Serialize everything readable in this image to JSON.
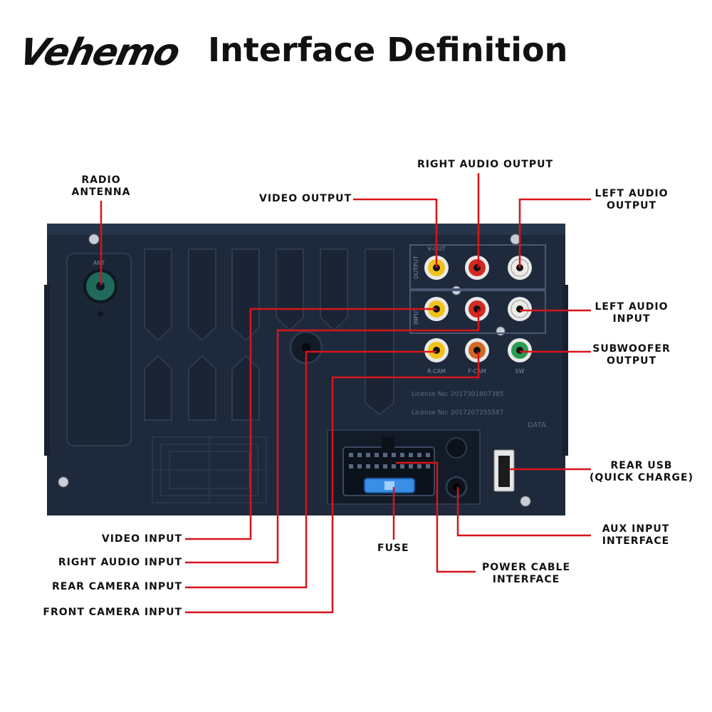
{
  "header": {
    "brand": "Vehemo",
    "title": "Interface Definition"
  },
  "labels": {
    "radio_antenna": "RADIO\nANTENNA",
    "video_output": "VIDEO  OUTPUT",
    "right_audio_output": "RIGHT  AUDIO  OUTPUT",
    "left_audio_output": "LEFT AUDIO\nOUTPUT",
    "left_audio_input": "LEFT AUDIO\nINPUT",
    "subwoofer_output": "SUBWOOFER\nOUTPUT",
    "rear_usb": "REAR USB\n(QUICK CHARGE)",
    "aux_input": "AUX INPUT\nINTERFACE",
    "power_cable": "POWER CABLE\nINTERFACE",
    "fuse": "FUSE",
    "video_input": "VIDEO  INPUT",
    "right_audio_input": "RIGHT  AUDIO  INPUT",
    "rear_camera_input": "REAR  CAMERA  INPUT",
    "front_camera_input": "FRONT  CAMERA  INPUT"
  },
  "panel_marks": {
    "ant": "ANT",
    "output": "OUTPUT",
    "input": "INPUT",
    "v_out": "V-OUT",
    "r_cam": "R-CAM",
    "f_cam": "F-CAM",
    "sw": "SW",
    "license_1": "License No: 2017301807385",
    "license_2": "License No: 2017207255587",
    "data": "DATA"
  },
  "colors": {
    "leader": "#d8141a",
    "panel": "#1e2a3c",
    "panel_dark": "#141d2b",
    "rca_yellow": "#f2c21a",
    "rca_red": "#d22a22",
    "rca_white": "#ecebe6",
    "rca_orange": "#d06a28",
    "rca_green": "#2c9a52",
    "antenna_green": "#1f6a5a",
    "fuse_blue": "#3a8ee6"
  }
}
